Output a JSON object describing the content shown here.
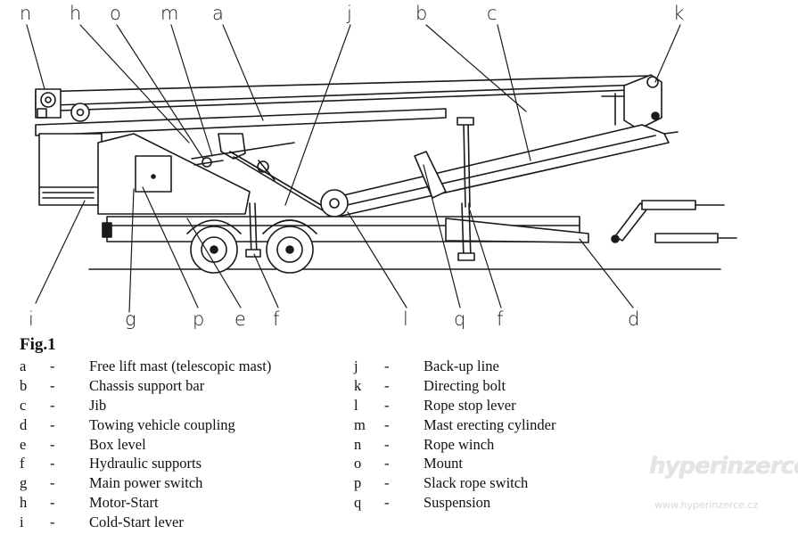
{
  "callouts": [
    {
      "id": "n",
      "label": "n"
    },
    {
      "id": "h",
      "label": "h"
    },
    {
      "id": "o",
      "label": "o"
    },
    {
      "id": "m",
      "label": "m"
    },
    {
      "id": "a",
      "label": "a"
    },
    {
      "id": "j",
      "label": "j"
    },
    {
      "id": "b",
      "label": "b"
    },
    {
      "id": "c",
      "label": "c"
    },
    {
      "id": "k",
      "label": "k"
    },
    {
      "id": "i",
      "label": "i"
    },
    {
      "id": "g",
      "label": "g"
    },
    {
      "id": "p",
      "label": "p"
    },
    {
      "id": "e",
      "label": "e"
    },
    {
      "id": "f1",
      "label": "f"
    },
    {
      "id": "l",
      "label": "l"
    },
    {
      "id": "q",
      "label": "q"
    },
    {
      "id": "f2",
      "label": "f"
    },
    {
      "id": "d",
      "label": "d"
    }
  ],
  "figure_title": "Fig.1",
  "legend_left": [
    {
      "key": "a",
      "dash": "-",
      "text": "Free lift mast (telescopic mast)"
    },
    {
      "key": "b",
      "dash": "-",
      "text": "Chassis support bar"
    },
    {
      "key": "c",
      "dash": "-",
      "text": "Jib"
    },
    {
      "key": "d",
      "dash": "-",
      "text": "Towing vehicle coupling"
    },
    {
      "key": "e",
      "dash": "-",
      "text": "Box level"
    },
    {
      "key": "f",
      "dash": "-",
      "text": "Hydraulic supports"
    },
    {
      "key": "g",
      "dash": "-",
      "text": "Main power switch"
    },
    {
      "key": "h",
      "dash": "-",
      "text": "Motor-Start"
    },
    {
      "key": "i",
      "dash": "-",
      "text": "Cold-Start lever"
    }
  ],
  "legend_right": [
    {
      "key": "j",
      "dash": "-",
      "text": "Back-up line"
    },
    {
      "key": "k",
      "dash": "-",
      "text": "Directing bolt"
    },
    {
      "key": "l",
      "dash": "-",
      "text": "Rope stop lever"
    },
    {
      "key": "m",
      "dash": "-",
      "text": "Mast erecting cylinder"
    },
    {
      "key": "n",
      "dash": "-",
      "text": "Rope winch"
    },
    {
      "key": "o",
      "dash": "-",
      "text": "Mount"
    },
    {
      "key": "p",
      "dash": "-",
      "text": "Slack rope switch"
    },
    {
      "key": "q",
      "dash": "-",
      "text": "Suspension"
    }
  ],
  "watermark": {
    "brand": "hyperinzerce",
    "url": "www.hyperinzerce.cz"
  }
}
